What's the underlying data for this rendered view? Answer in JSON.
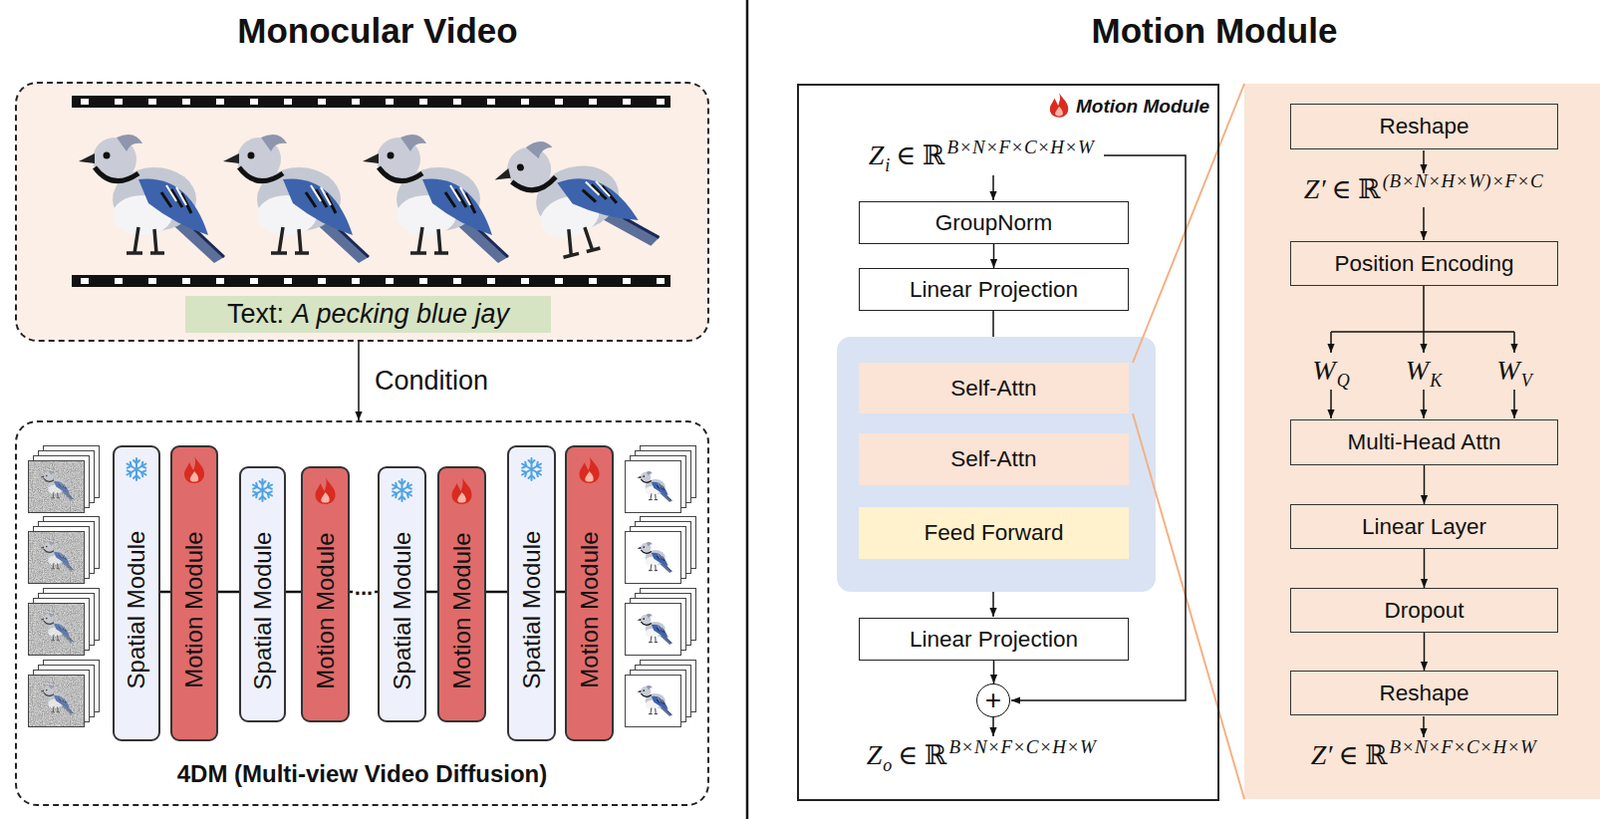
{
  "diagram": {
    "nodes": [
      {
        "text": [
          "Text:",
          "A pecking blue jay"
        ]
      },
      {
        "text": [
          "4DM (Multi-view Video Diffusion)"
        ]
      },
      {
        "text": [
          "Spatial Module"
        ],
        "in": 1
      },
      {
        "text": [
          "Motion Module"
        ],
        "in": 1
      },
      {
        "text": [
          "Spatial Module"
        ],
        "in": 1
      },
      {
        "text": [
          "Motion Module"
        ],
        "in": 1
      },
      {
        "text": [
          "Spatial Module"
        ],
        "in": 1
      },
      {
        "text": [
          "Motion Module"
        ],
        "in": 1
      },
      {
        "text": [
          "Spatial Module"
        ],
        "in": 1
      },
      {
        "text": [
          "Motion Module"
        ],
        "in": 1
      },
      {
        "text": [
          "Motion Module"
        ]
      },
      {
        "text": [
          "GroupNorm"
        ],
        "in": 10
      },
      {
        "text": [
          "Linear Projection"
        ],
        "in": 10
      },
      {
        "text": [
          "Self-Attn"
        ],
        "in": 10
      },
      {
        "text": [
          "Self-Attn"
        ],
        "in": 10
      },
      {
        "text": [
          "Feed Forward"
        ],
        "in": 10
      },
      {
        "text": [
          "Linear Projection"
        ],
        "in": 10
      },
      {
        "text": [
          "+"
        ],
        "in": 10
      },
      {
        "text": [
          "Reshape"
        ]
      },
      {
        "text": [
          "Position Encoding"
        ]
      },
      {
        "text": [
          "Multi-Head Attn"
        ]
      },
      {
        "text": [
          "Linear Layer"
        ]
      },
      {
        "text": [
          "Dropout"
        ]
      },
      {
        "text": [
          "Reshape"
        ]
      }
    ],
    "edges": [
      {
        "from": 0,
        "to": 1,
        "arrow": "to",
        "label": "Condition"
      },
      {
        "from": 2,
        "to": 3,
        "arrow": "none"
      },
      {
        "from": 3,
        "to": 4,
        "arrow": "none"
      },
      {
        "from": 4,
        "to": 5,
        "arrow": "none"
      },
      {
        "from": 5,
        "to": 6,
        "arrow": "none",
        "label": "..."
      },
      {
        "from": 6,
        "to": 7,
        "arrow": "none"
      },
      {
        "from": 7,
        "to": 8,
        "arrow": "none"
      },
      {
        "from": 8,
        "to": 9,
        "arrow": "none"
      },
      {
        "from": 11,
        "to": 12,
        "arrow": "to"
      },
      {
        "from": 16,
        "to": 17,
        "arrow": "to"
      },
      {
        "from": 20,
        "to": 21,
        "arrow": "to"
      },
      {
        "from": 21,
        "to": 22,
        "arrow": "to"
      },
      {
        "from": 22,
        "to": 23,
        "arrow": "to"
      }
    ],
    "labels": [
      "Monocular Video",
      "Motion Module",
      "Z",
      "i",
      "∈ ℝ",
      "B×N×F×C×H×W",
      "Z′",
      "∈ ℝ",
      "(B×N×H×W)×F×C",
      "W",
      "Q",
      "W",
      "K",
      "W",
      "V",
      "Z′",
      "∈ ℝ",
      "B×N×F×C×H×W",
      "Z",
      "o",
      "∈ ℝ",
      "B×N×F×C×H×W"
    ]
  }
}
